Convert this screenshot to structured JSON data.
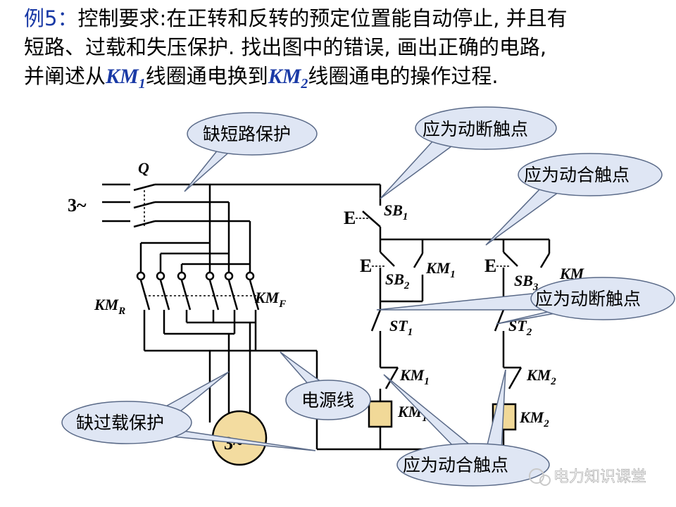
{
  "title": {
    "lead": "例5：",
    "text1": "控制要求:在正转和反转的预定位置能自动停止, 并且有",
    "text2": "短路、过载和失压保护.  找出图中的错误, 画出正确的电路,",
    "text3": "并阐述从",
    "km1": "KM",
    "km1_sub": "1",
    "text4": "线圈通电换到",
    "km2": "KM",
    "km2_sub": "2",
    "text5": "线圈通电的操作过程."
  },
  "labels": {
    "three_phase": "3~",
    "q": "Q",
    "kmr": "KM",
    "kmr_sub": "R",
    "kmf": "KM",
    "kmf_sub": "F",
    "sb1": "SB",
    "sb1_sub": "1",
    "sb2": "SB",
    "sb2_sub": "2",
    "sb3": "SB",
    "sb3_sub": "3",
    "km1_contact": "KM",
    "km1_contact_sub": "1",
    "km2_contact_partial": "KM",
    "st1": "ST",
    "st1_sub": "1",
    "st2": "ST",
    "st2_sub": "2",
    "km1_nc": "KM",
    "km1_nc_sub": "1",
    "km2_nc": "KM",
    "km2_nc_sub": "2",
    "km1_coil": "KM",
    "km1_coil_sub": "1",
    "km2_coil": "KM",
    "km2_coil_sub": "2",
    "motor": "3~",
    "e_mark": "E"
  },
  "callouts": {
    "short_circuit": "缺短路保护",
    "should_nc_top": "应为动断触点",
    "should_no_top": "应为动合触点",
    "should_nc_mid": "应为动断触点",
    "power_line": "电源线",
    "overload": "缺过载保护",
    "should_no_bottom": "应为动合触点"
  },
  "watermark": "电力知识课堂",
  "colors": {
    "callout_fill": "#dfe6f4",
    "coil_fill": "#f1d998",
    "motor_fill": "#f3dca0",
    "title_accent": "#1a3aa6"
  }
}
